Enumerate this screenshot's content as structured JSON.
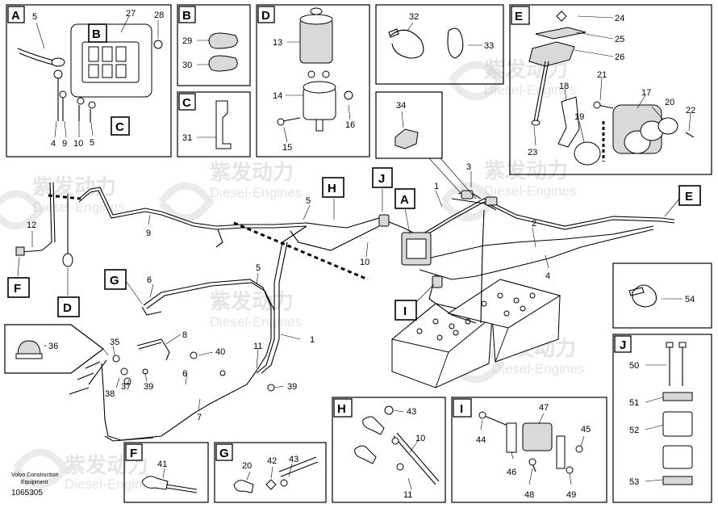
{
  "watermark": {
    "brand_cn": "紫发动力",
    "brand_en": "Diesel-Engines"
  },
  "footer": {
    "line1": "Volvo Construction",
    "line2": "Equipment",
    "doc_number": "1065305"
  },
  "panels": {
    "A": {
      "letter": "A",
      "labels": [
        "5",
        "27",
        "28",
        "4",
        "9",
        "10",
        "5"
      ],
      "sub_tags": [
        "B",
        "C"
      ]
    },
    "B": {
      "letter": "B",
      "labels": [
        "29",
        "30"
      ]
    },
    "C": {
      "letter": "C",
      "labels": [
        "31"
      ]
    },
    "D": {
      "letter": "D",
      "labels": [
        "13",
        "14",
        "16",
        "15"
      ]
    },
    "clips": {
      "labels": [
        "32",
        "33"
      ]
    },
    "E": {
      "letter": "E",
      "labels": [
        "24",
        "25",
        "26",
        "18",
        "21",
        "17",
        "20",
        "22",
        "19",
        "23"
      ]
    },
    "part34": {
      "labels": [
        "34"
      ]
    },
    "part54": {
      "labels": [
        "54"
      ]
    },
    "part36": {
      "labels": [
        "36"
      ]
    },
    "J": {
      "letter": "J",
      "labels": [
        "50",
        "51",
        "52",
        "53"
      ]
    },
    "F": {
      "letter": "F",
      "labels": [
        "41"
      ]
    },
    "G": {
      "letter": "G",
      "labels": [
        "20",
        "42",
        "43"
      ]
    },
    "H": {
      "letter": "H",
      "labels": [
        "43",
        "10",
        "11"
      ]
    },
    "I": {
      "letter": "I",
      "labels": [
        "47",
        "44",
        "45",
        "46",
        "48",
        "49"
      ]
    }
  },
  "main": {
    "tags": [
      "H",
      "J",
      "A",
      "E",
      "F",
      "D",
      "G",
      "I"
    ],
    "labels": [
      "3",
      "1",
      "2",
      "4",
      "5",
      "10",
      "9",
      "12",
      "6",
      "5",
      "8",
      "35",
      "40",
      "11",
      "1",
      "37",
      "38",
      "39",
      "6",
      "39",
      "7"
    ]
  }
}
